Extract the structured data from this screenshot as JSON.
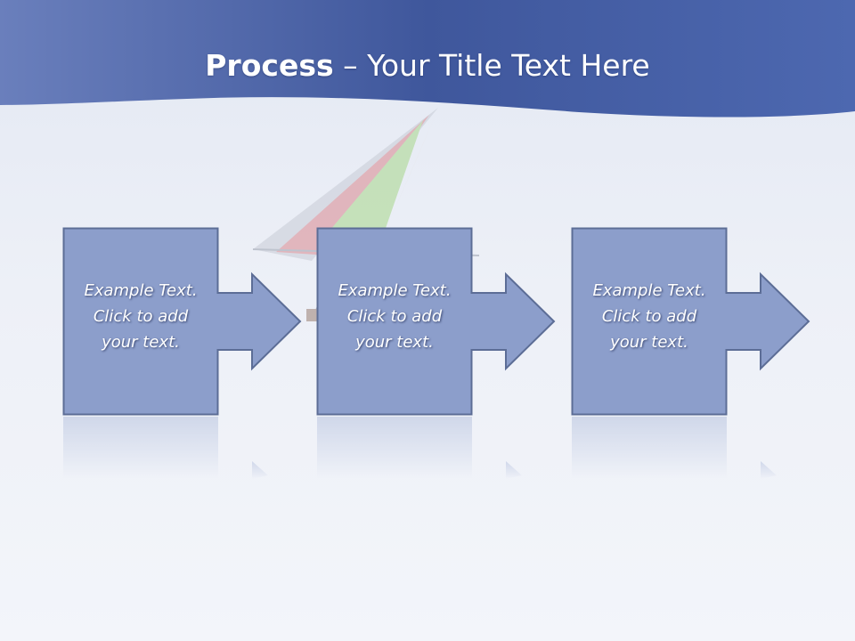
{
  "title": {
    "bold": "Process",
    "rest": " – Your Title Text Here"
  },
  "steps": [
    {
      "text": "Example Text.\nClick  to add\nyour text."
    },
    {
      "text": "Example Text.\nClick  to add\nyour text."
    },
    {
      "text": "Example Text.\nClick  to add\nyour text."
    }
  ],
  "colors": {
    "header": "#4a63a8",
    "box_fill": "#8c9ecb",
    "box_stroke": "#5c6d96"
  }
}
